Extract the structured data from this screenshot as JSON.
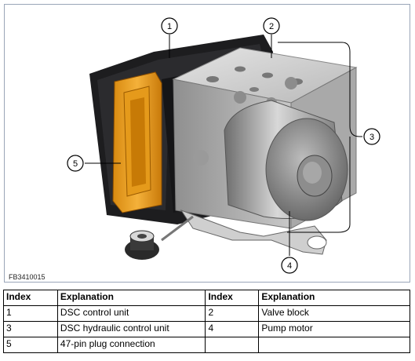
{
  "figure": {
    "id": "FB3410015",
    "callouts": [
      "1",
      "2",
      "3",
      "4",
      "5"
    ]
  },
  "table": {
    "headers": [
      "Index",
      "Explanation",
      "Index",
      "Explanation"
    ],
    "rows": [
      [
        "1",
        "DSC control unit",
        "2",
        "Valve block"
      ],
      [
        "3",
        "DSC hydraulic control unit",
        "4",
        "Pump motor"
      ],
      [
        "5",
        "47-pin plug connection",
        "",
        ""
      ]
    ]
  }
}
